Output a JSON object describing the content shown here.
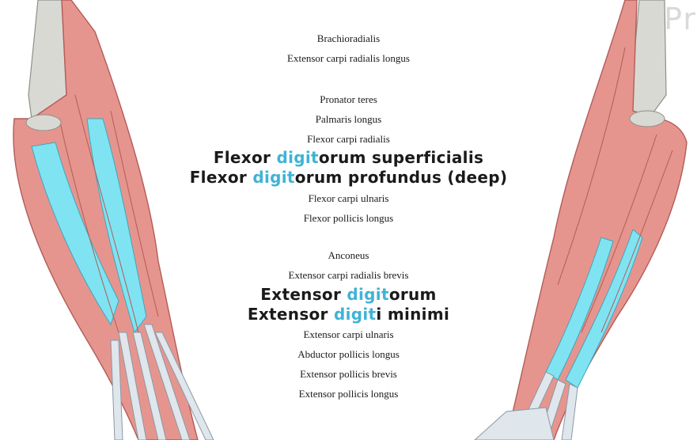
{
  "colors": {
    "highlight": "#3fb3d6",
    "muscle": "#e6958e",
    "muscle_dark": "#c76b66",
    "tendon": "#dfe6ec",
    "cyan_fill": "#7fe3f2",
    "bone": "#d8d8d2"
  },
  "corner_mark": "Pr",
  "labels": {
    "brachioradialis": "Brachioradialis",
    "ecrl": "Extensor carpi radialis longus",
    "pronator_teres": "Pronator teres",
    "palmaris_longus": "Palmaris longus",
    "fcr": "Flexor carpi radialis",
    "fds": {
      "pre": "Flexor ",
      "hl": "digit",
      "post": "orum superficialis"
    },
    "fdp": {
      "pre": "Flexor ",
      "hl": "digit",
      "post": "orum profundus (deep)"
    },
    "fcu": "Flexor carpi ulnaris",
    "fpl": "Flexor pollicis longus",
    "anconeus": "Anconeus",
    "ecrb": "Extensor carpi radialis brevis",
    "ed": {
      "pre": "Extensor ",
      "hl": "digit",
      "post": "orum"
    },
    "edm": {
      "pre": "Extensor ",
      "hl": "digit",
      "post": "i minimi"
    },
    "ecu": "Extensor carpi ulnaris",
    "apl": "Abductor pollicis longus",
    "epb": "Extensor pollicis brevis",
    "epl": "Extensor pollicis longus"
  }
}
